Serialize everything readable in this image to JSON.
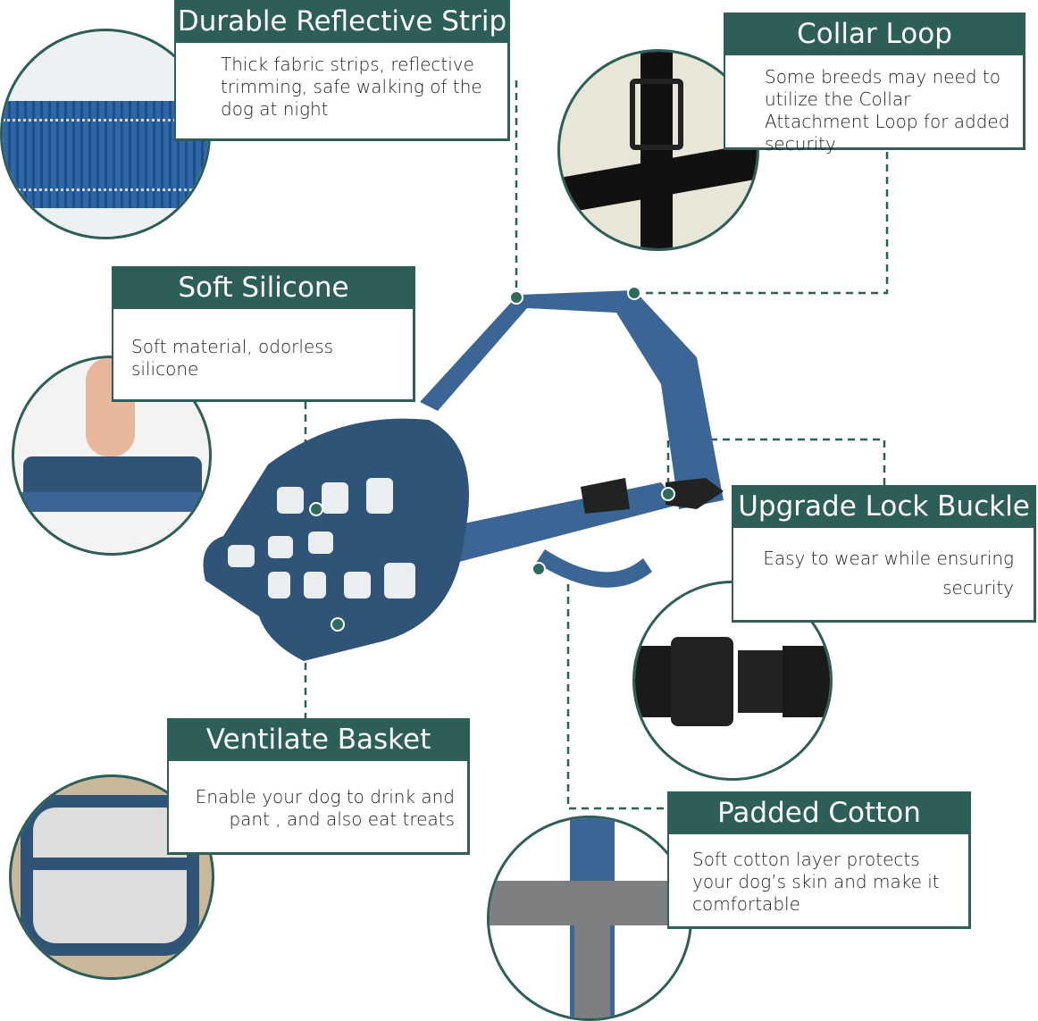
{
  "features": [
    {
      "title": "Durable Reflective Strip",
      "text": "Thick fabric strips, reflective trimming, safe walking of the dog at night",
      "icon": "reflective-strip"
    },
    {
      "title": "Collar Loop",
      "text": "Some breeds may need to utilize the Collar Attachment Loop for added security",
      "icon": "collar-loop"
    },
    {
      "title": "Soft Silicone",
      "text": "Soft material, odorless silicone",
      "icon": "silicone"
    },
    {
      "title": "Upgrade Lock Buckle",
      "text": "Easy to wear while ensuring security",
      "icon": "buckle"
    },
    {
      "title": "Ventilate Basket",
      "text": "Enable your dog to drink and pant , and also eat treats",
      "icon": "basket"
    },
    {
      "title": "Padded Cotton",
      "text": "Soft cotton layer protects your dog’s skin and make it comfortable",
      "icon": "padded-cotton"
    }
  ],
  "colors": {
    "accent": "#2e5e58",
    "muzzle": "#2f5477",
    "strap": "#3a6594"
  }
}
